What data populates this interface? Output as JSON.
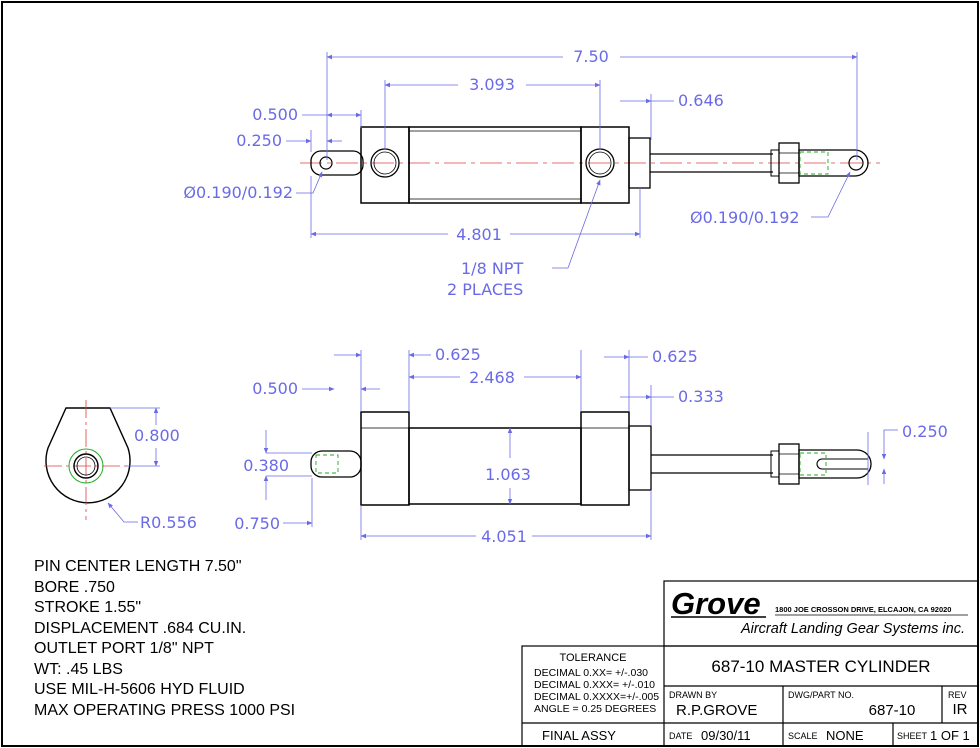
{
  "top_view": {
    "dims": {
      "overall": "7.50",
      "body_span": "3.093",
      "rod_end": "0.646",
      "gland_width": "0.500",
      "pin_offset": "0.250",
      "left_hole": "Ø0.190/0.192",
      "right_hole": "Ø0.190/0.192",
      "body_length": "4.801"
    },
    "port_note": [
      "1/8 NPT",
      "2 PLACES"
    ]
  },
  "side_view": {
    "dims": {
      "left_gland": "0.625",
      "right_gland": "0.625",
      "tube_length": "2.468",
      "gland_width": "0.500",
      "rod_step": "0.333",
      "clevis_slot": "0.250",
      "pin_dia": "0.380",
      "tube_dia": "1.063",
      "body_length": "4.051",
      "body_height": "0.750"
    }
  },
  "end_view": {
    "dims": {
      "height": "0.800",
      "radius": "R0.556"
    }
  },
  "notes": [
    "PIN CENTER LENGTH 7.50\"",
    "BORE .750",
    "STROKE 1.55\"",
    "DISPLACEMENT .684 CU.IN.",
    "OUTLET PORT 1/8\" NPT",
    "WT: .45 LBS",
    "USE MIL-H-5606 HYD FLUID",
    "MAX OPERATING PRESS 1000 PSI"
  ],
  "title_block": {
    "company": "Grove",
    "address": "1800 JOE CROSSON DRIVE, ELCAJON, CA 92020",
    "subtitle": "Aircraft Landing Gear Systems inc.",
    "tolerance_title": "TOLERANCE",
    "tolerances": [
      "DECIMAL 0.XX=  +/-.030",
      "DECIMAL 0.XXX= +/-.010",
      "DECIMAL 0.XXXX=+/-.005",
      "ANGLE = 0.25 DEGREES"
    ],
    "drawing_title": "687-10 MASTER CYLINDER",
    "drawn_by_label": "DRAWN BY",
    "drawn_by": "R.P.GROVE",
    "part_no_label": "DWG/PART NO.",
    "part_no": "687-10",
    "rev_label": "REV",
    "rev": "IR",
    "assembly": "FINAL ASSY",
    "date_label": "DATE",
    "date": "09/30/11",
    "scale_label": "SCALE",
    "scale": "NONE",
    "sheet_label": "SHEET",
    "sheet": "1 OF 1"
  },
  "colors": {
    "outline": "#000000",
    "dimension": "#6a6ae8",
    "centerline": "#e04040",
    "hidden": "#22aa22"
  }
}
